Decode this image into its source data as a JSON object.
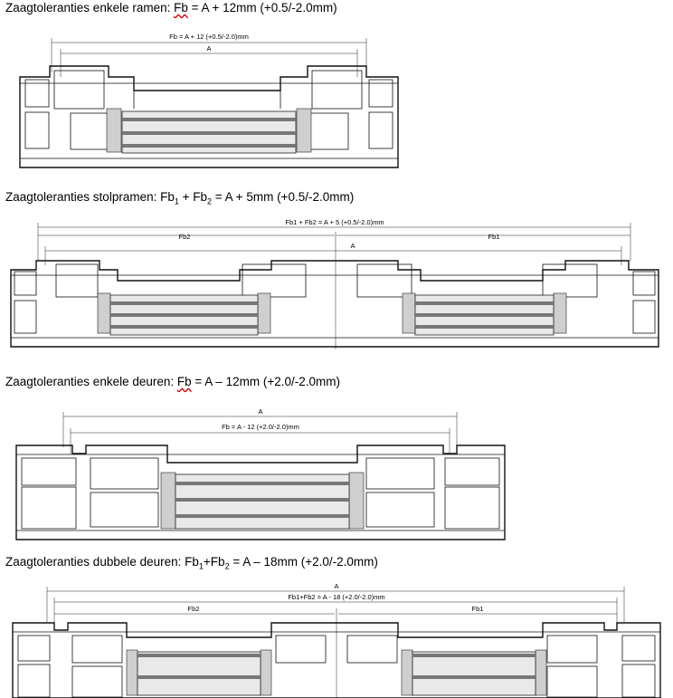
{
  "sections": [
    {
      "heading_prefix": "Zaagtoleranties enkele ramen: ",
      "heading_wavy": "Fb",
      "heading_suffix": " = A + 12mm (+0.5/-2.0mm)",
      "dims": {
        "total": "Fb = A + 12 (+0.5/-2.0)mm",
        "a": "A"
      }
    },
    {
      "heading_prefix": "Zaagtoleranties stolpramen: Fb",
      "heading_sub1": "1",
      "heading_mid": " + Fb",
      "heading_sub2": "2",
      "heading_suffix": " = A + 5mm (+0.5/-2.0mm)",
      "dims": {
        "total": "Fb1 + Fb2 = A + 5 (+0.5/-2.0)mm",
        "fb2": "Fb2",
        "fb1": "Fb1",
        "a": "A"
      }
    },
    {
      "heading_prefix": "Zaagtoleranties enkele deuren: ",
      "heading_wavy": "Fb",
      "heading_suffix": " = A – 12mm (+2.0/-2.0mm)",
      "dims": {
        "a": "A",
        "total": "Fb = A - 12 (+2.0/-2.0)mm"
      }
    },
    {
      "heading_prefix": "Zaagtoleranties dubbele deuren: Fb",
      "heading_sub1": "1",
      "heading_mid": "+Fb",
      "heading_sub2": "2",
      "heading_suffix": " = A – 18mm (+2.0/-2.0mm)",
      "dims": {
        "a": "A",
        "total": "Fb1+Fb2 = A - 18 (+2.0/-2.0)mm",
        "fb2": "Fb2",
        "fb1": "Fb1"
      }
    }
  ]
}
